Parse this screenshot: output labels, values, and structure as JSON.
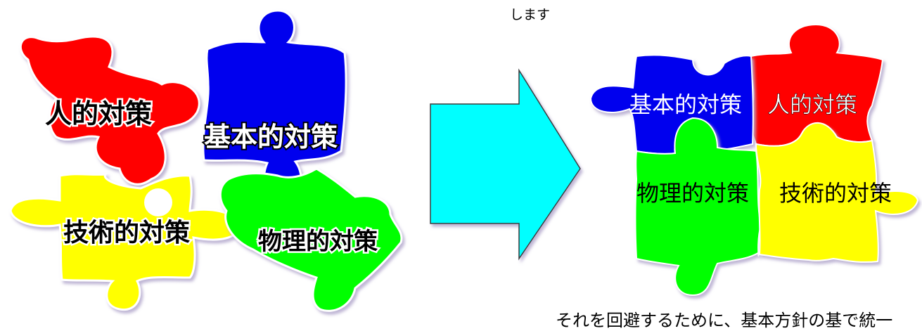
{
  "header": {
    "caption_top": "します"
  },
  "left_puzzle": {
    "human": "人的対策",
    "basic": "基本的対策",
    "technical": "技術的対策",
    "physical": "物理的対策"
  },
  "right_puzzle": {
    "basic": "基本的対策",
    "human": "人的対策",
    "physical": "物理的対策",
    "technical": "技術的対策"
  },
  "footer": {
    "caption_bottom": "それを回避するために、基本方針の基で統一"
  },
  "colors": {
    "red": "#ff0000",
    "blue": "#0000ee",
    "yellow": "#ffff00",
    "green": "#00ff00",
    "arrow": "#00ffff",
    "shadow": "#d8d0e8"
  },
  "icons": [
    "puzzle-piece-icon",
    "right-arrow-icon"
  ]
}
